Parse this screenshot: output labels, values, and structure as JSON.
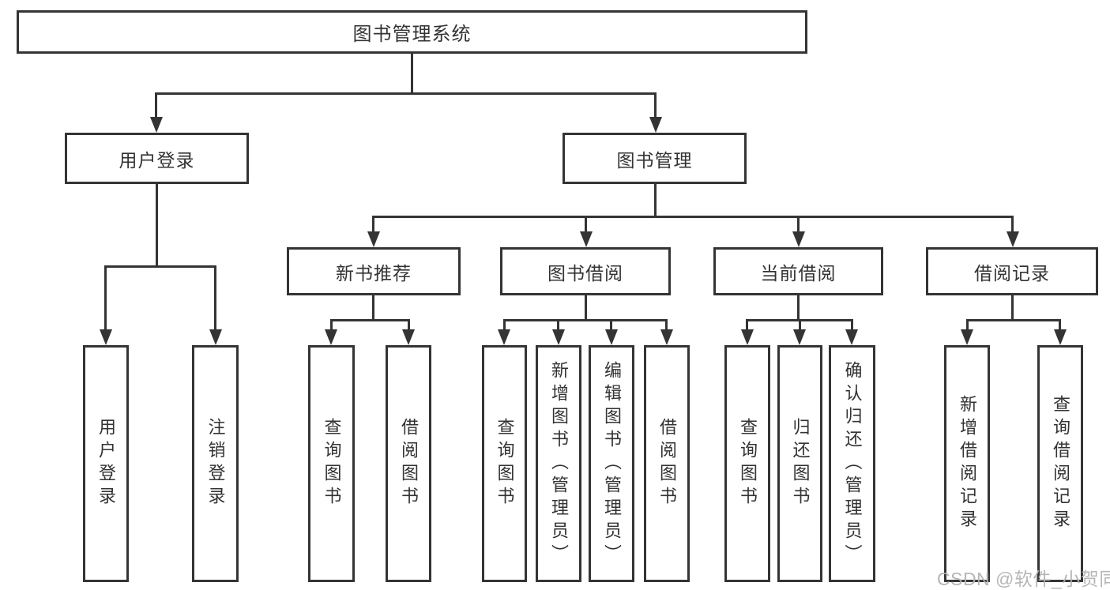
{
  "diagram": {
    "type": "tree",
    "nodes": {
      "root": {
        "label": "图书管理系统",
        "children": [
          "user_login",
          "book_mgmt"
        ]
      },
      "user_login": {
        "label": "用户登录",
        "children": [
          "leaf_user_login",
          "leaf_logout"
        ]
      },
      "book_mgmt": {
        "label": "图书管理",
        "children": [
          "new_book_rec",
          "book_borrow",
          "current_borrow",
          "borrow_record"
        ]
      },
      "new_book_rec": {
        "label": "新书推荐",
        "children": [
          "leaf_nb_query",
          "leaf_nb_borrow"
        ]
      },
      "book_borrow": {
        "label": "图书借阅",
        "children": [
          "leaf_bb_query",
          "leaf_bb_add",
          "leaf_bb_edit",
          "leaf_bb_borrow"
        ]
      },
      "current_borrow": {
        "label": "当前借阅",
        "children": [
          "leaf_cb_query",
          "leaf_cb_return",
          "leaf_cb_confirm"
        ]
      },
      "borrow_record": {
        "label": "借阅记录",
        "children": [
          "leaf_br_add",
          "leaf_br_query"
        ]
      },
      "leaf_user_login": {
        "label": "用户登录"
      },
      "leaf_logout": {
        "label": "注销登录"
      },
      "leaf_nb_query": {
        "label": "查询图书"
      },
      "leaf_nb_borrow": {
        "label": "借阅图书"
      },
      "leaf_bb_query": {
        "label": "查询图书"
      },
      "leaf_bb_add": {
        "label": "新增图书（管理员）"
      },
      "leaf_bb_edit": {
        "label": "编辑图书（管理员）"
      },
      "leaf_bb_borrow": {
        "label": "借阅图书"
      },
      "leaf_cb_query": {
        "label": "查询图书"
      },
      "leaf_cb_return": {
        "label": "归还图书"
      },
      "leaf_cb_confirm": {
        "label": "确认归还（管理员）"
      },
      "leaf_br_add": {
        "label": "新增借阅记录"
      },
      "leaf_br_query": {
        "label": "查询借阅记录"
      }
    },
    "colors": {
      "line": "#343434",
      "text": "#333333",
      "background": "#ffffff",
      "watermark": "#b2b2b2"
    }
  },
  "watermark": {
    "text": "CSDN @软件_小贺同学"
  }
}
